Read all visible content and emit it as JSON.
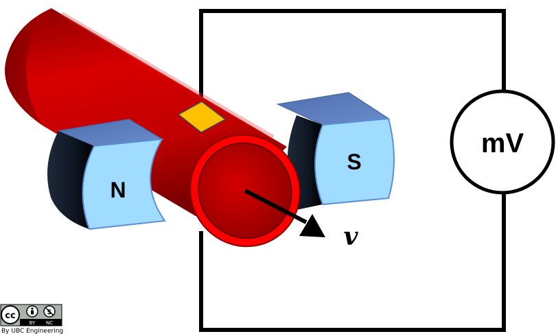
{
  "diagram": {
    "meter_label": "mV",
    "magnet_north_label": "N",
    "magnet_south_label": "S",
    "velocity_label": "v"
  },
  "license": {
    "cc_symbol": "cc",
    "by_label": "BY",
    "nc_label": "NC",
    "attribution": "By UBC Engineering"
  },
  "colors": {
    "pipe": "#c00000",
    "pipe_rim": "#ff0000",
    "magnet_face": "#9fdcff",
    "magnet_top": "#5b7fc0",
    "electrode": "#ffc000",
    "wire": "#000000"
  }
}
